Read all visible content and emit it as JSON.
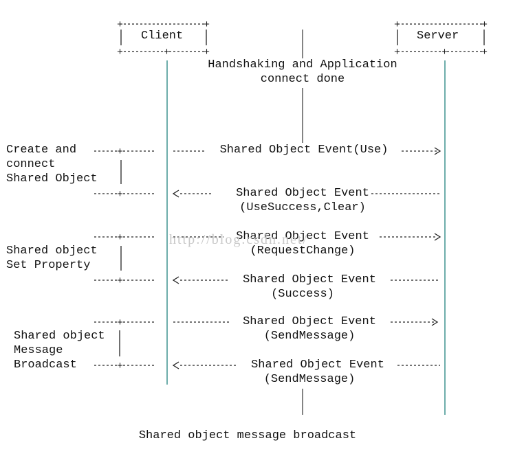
{
  "entities": {
    "client": "Client",
    "server": "Server"
  },
  "handshake": [
    "Handshaking and Application",
    "connect done"
  ],
  "side_labels": {
    "create": [
      "Create and",
      "connect",
      "Shared Object"
    ],
    "set_property": [
      "Shared object",
      "Set Property"
    ],
    "broadcast": [
      "Shared object",
      "Message",
      "Broadcast"
    ]
  },
  "messages": [
    {
      "direction": "to-server",
      "lines": [
        "Shared Object Event(Use)"
      ]
    },
    {
      "direction": "to-client",
      "lines": [
        "Shared Object Event",
        "(UseSuccess,Clear)"
      ]
    },
    {
      "direction": "to-server",
      "lines": [
        "Shared Object Event",
        "(RequestChange)"
      ]
    },
    {
      "direction": "to-client",
      "lines": [
        "Shared Object Event",
        "(Success)"
      ]
    },
    {
      "direction": "to-server",
      "lines": [
        "Shared Object Event",
        "(SendMessage)"
      ]
    },
    {
      "direction": "to-client",
      "lines": [
        "Shared Object Event",
        "(SendMessage)"
      ]
    }
  ],
  "watermark": "http://blog.csdn.net/",
  "caption": "Shared object message broadcast",
  "colors": {
    "text": "#111111",
    "lifeline": "#2f8a86",
    "watermark": "#c9c9c9"
  }
}
